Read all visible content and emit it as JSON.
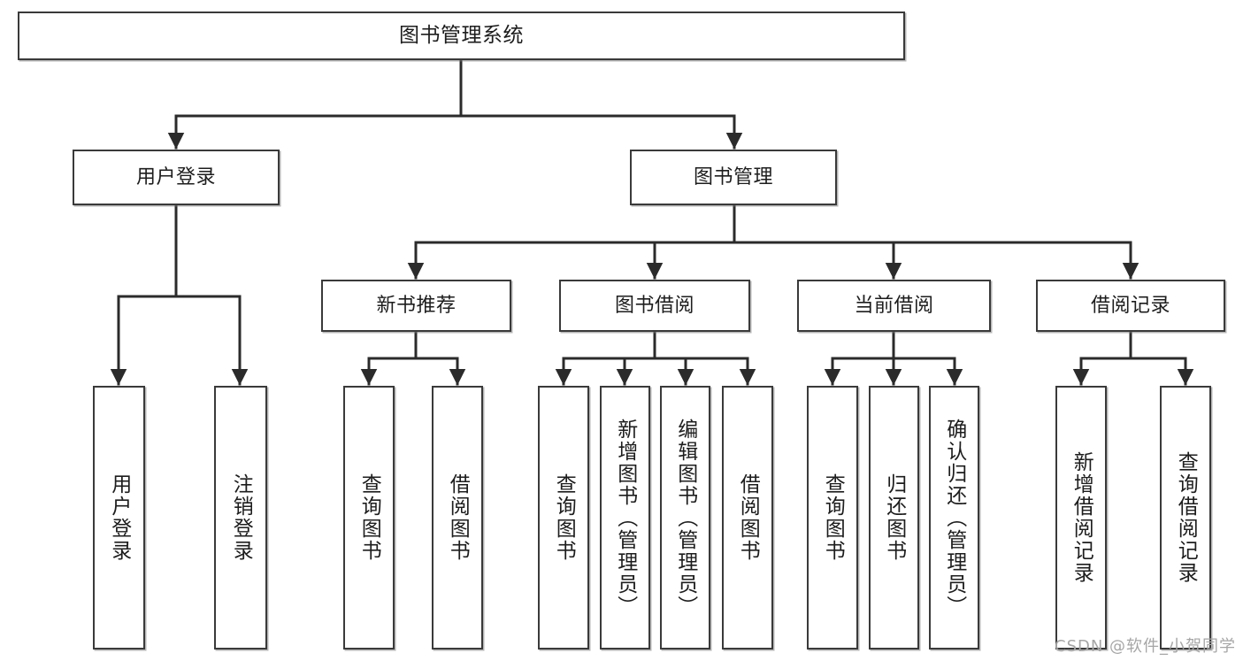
{
  "diagram": {
    "type": "tree-hierarchy",
    "title": "图书管理系统",
    "watermark": "CSDN @软件_小贺同学",
    "colors": {
      "box_border": "#3a3a3a",
      "box_fill": "#ffffff",
      "edge": "#2b2b2b",
      "text": "#1d1d1d",
      "watermark": "#a6a6a6",
      "background": "#ffffff"
    },
    "nodes": {
      "root": {
        "label": "图书管理系统"
      },
      "level2": [
        {
          "id": "user-login",
          "label": "用户登录"
        },
        {
          "id": "book-manage",
          "label": "图书管理"
        }
      ],
      "level3": [
        {
          "id": "new-book-recommend",
          "label": "新书推荐"
        },
        {
          "id": "book-borrow",
          "label": "图书借阅"
        },
        {
          "id": "current-borrow",
          "label": "当前借阅"
        },
        {
          "id": "borrow-record",
          "label": "借阅记录"
        }
      ],
      "leaves": {
        "user-login": [
          {
            "id": "leaf-user-login",
            "label": "用户登录"
          },
          {
            "id": "leaf-logout",
            "label": "注销登录"
          }
        ],
        "new-book-recommend": [
          {
            "id": "leaf-query-book-1",
            "label": "查询图书"
          },
          {
            "id": "leaf-borrow-book-1",
            "label": "借阅图书"
          }
        ],
        "book-borrow": [
          {
            "id": "leaf-query-book-2",
            "label": "查询图书"
          },
          {
            "id": "leaf-add-book",
            "label": "新增图书（管理员）"
          },
          {
            "id": "leaf-edit-book",
            "label": "编辑图书（管理员）"
          },
          {
            "id": "leaf-borrow-book-2",
            "label": "借阅图书"
          }
        ],
        "current-borrow": [
          {
            "id": "leaf-query-book-3",
            "label": "查询图书"
          },
          {
            "id": "leaf-return-book",
            "label": "归还图书"
          },
          {
            "id": "leaf-confirm-return",
            "label": "确认归还（管理员）"
          }
        ],
        "borrow-record": [
          {
            "id": "leaf-add-record",
            "label": "新增借阅记录"
          },
          {
            "id": "leaf-query-record",
            "label": "查询借阅记录"
          }
        ]
      }
    },
    "edges": [
      {
        "from": "图书管理系统",
        "to": "用户登录"
      },
      {
        "from": "图书管理系统",
        "to": "图书管理"
      },
      {
        "from": "用户登录",
        "to": "用户登录"
      },
      {
        "from": "用户登录",
        "to": "注销登录"
      },
      {
        "from": "图书管理",
        "to": "新书推荐"
      },
      {
        "from": "图书管理",
        "to": "图书借阅"
      },
      {
        "from": "图书管理",
        "to": "当前借阅"
      },
      {
        "from": "图书管理",
        "to": "借阅记录"
      },
      {
        "from": "新书推荐",
        "to": "查询图书"
      },
      {
        "from": "新书推荐",
        "to": "借阅图书"
      },
      {
        "from": "图书借阅",
        "to": "查询图书"
      },
      {
        "from": "图书借阅",
        "to": "新增图书（管理员）"
      },
      {
        "from": "图书借阅",
        "to": "编辑图书（管理员）"
      },
      {
        "from": "图书借阅",
        "to": "借阅图书"
      },
      {
        "from": "当前借阅",
        "to": "查询图书"
      },
      {
        "from": "当前借阅",
        "to": "归还图书"
      },
      {
        "from": "当前借阅",
        "to": "确认归还（管理员）"
      },
      {
        "from": "借阅记录",
        "to": "新增借阅记录"
      },
      {
        "from": "借阅记录",
        "to": "查询借阅记录"
      }
    ]
  }
}
